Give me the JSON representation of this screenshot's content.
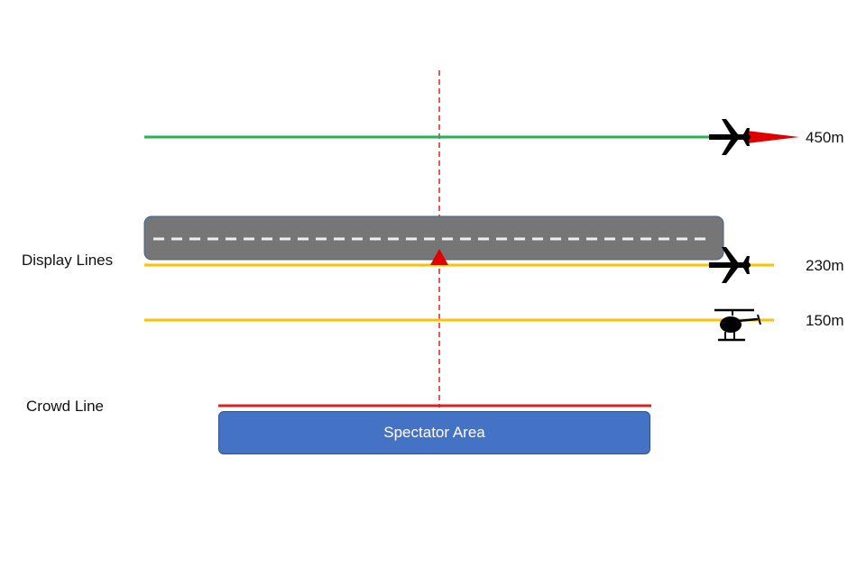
{
  "labels": {
    "display_lines": "Display Lines",
    "crowd_line": "Crowd Line",
    "spectator_area": "Spectator Area"
  },
  "altitudes": [
    {
      "label": "450m",
      "line_color": "#22b14c",
      "aircraft": "airplane-icon"
    },
    {
      "label": "230m",
      "line_color": "#ffc000",
      "aircraft": "airplane-icon"
    },
    {
      "label": "150m",
      "line_color": "#ffc000",
      "aircraft": "helicopter-icon"
    }
  ],
  "colors": {
    "runway": "#767676",
    "crowd_line": "#e02020",
    "center_line": "#e02020",
    "spectator_area": "#4472c4"
  }
}
